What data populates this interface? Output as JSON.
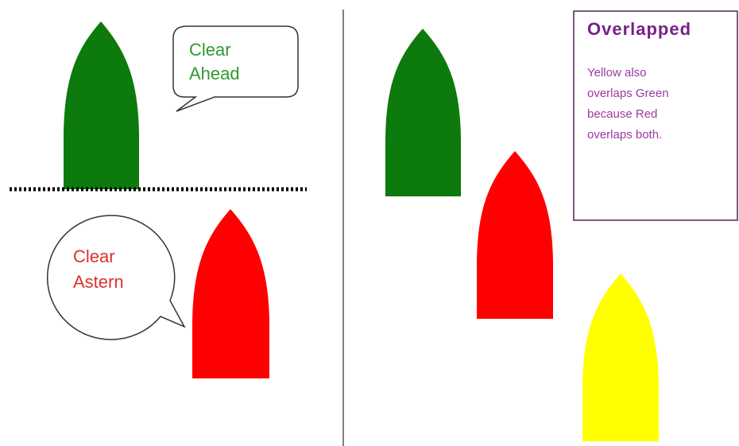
{
  "colors": {
    "green": "#0c7a0c",
    "red": "#ff0000",
    "yellow": "#ffff00",
    "purple": "#7a1f8a",
    "ahead_text": "#2f9a2f",
    "astern_text": "#e03030",
    "line": "#000000",
    "background": "#ffffff"
  },
  "left_panel": {
    "ahead_bubble": {
      "line1": "Clear",
      "line2": "Ahead"
    },
    "astern_bubble": {
      "line1": "Clear",
      "line2": "Astern"
    },
    "boats": [
      {
        "id": "green-boat",
        "color": "green"
      },
      {
        "id": "red-boat",
        "color": "red"
      }
    ]
  },
  "right_panel": {
    "info_box": {
      "title": "Overlapped",
      "body": [
        "Yellow also",
        "overlaps Green",
        "because Red",
        "overlaps both."
      ]
    },
    "boats": [
      {
        "id": "green-boat",
        "color": "green"
      },
      {
        "id": "red-boat",
        "color": "red"
      },
      {
        "id": "yellow-boat",
        "color": "yellow"
      }
    ]
  }
}
